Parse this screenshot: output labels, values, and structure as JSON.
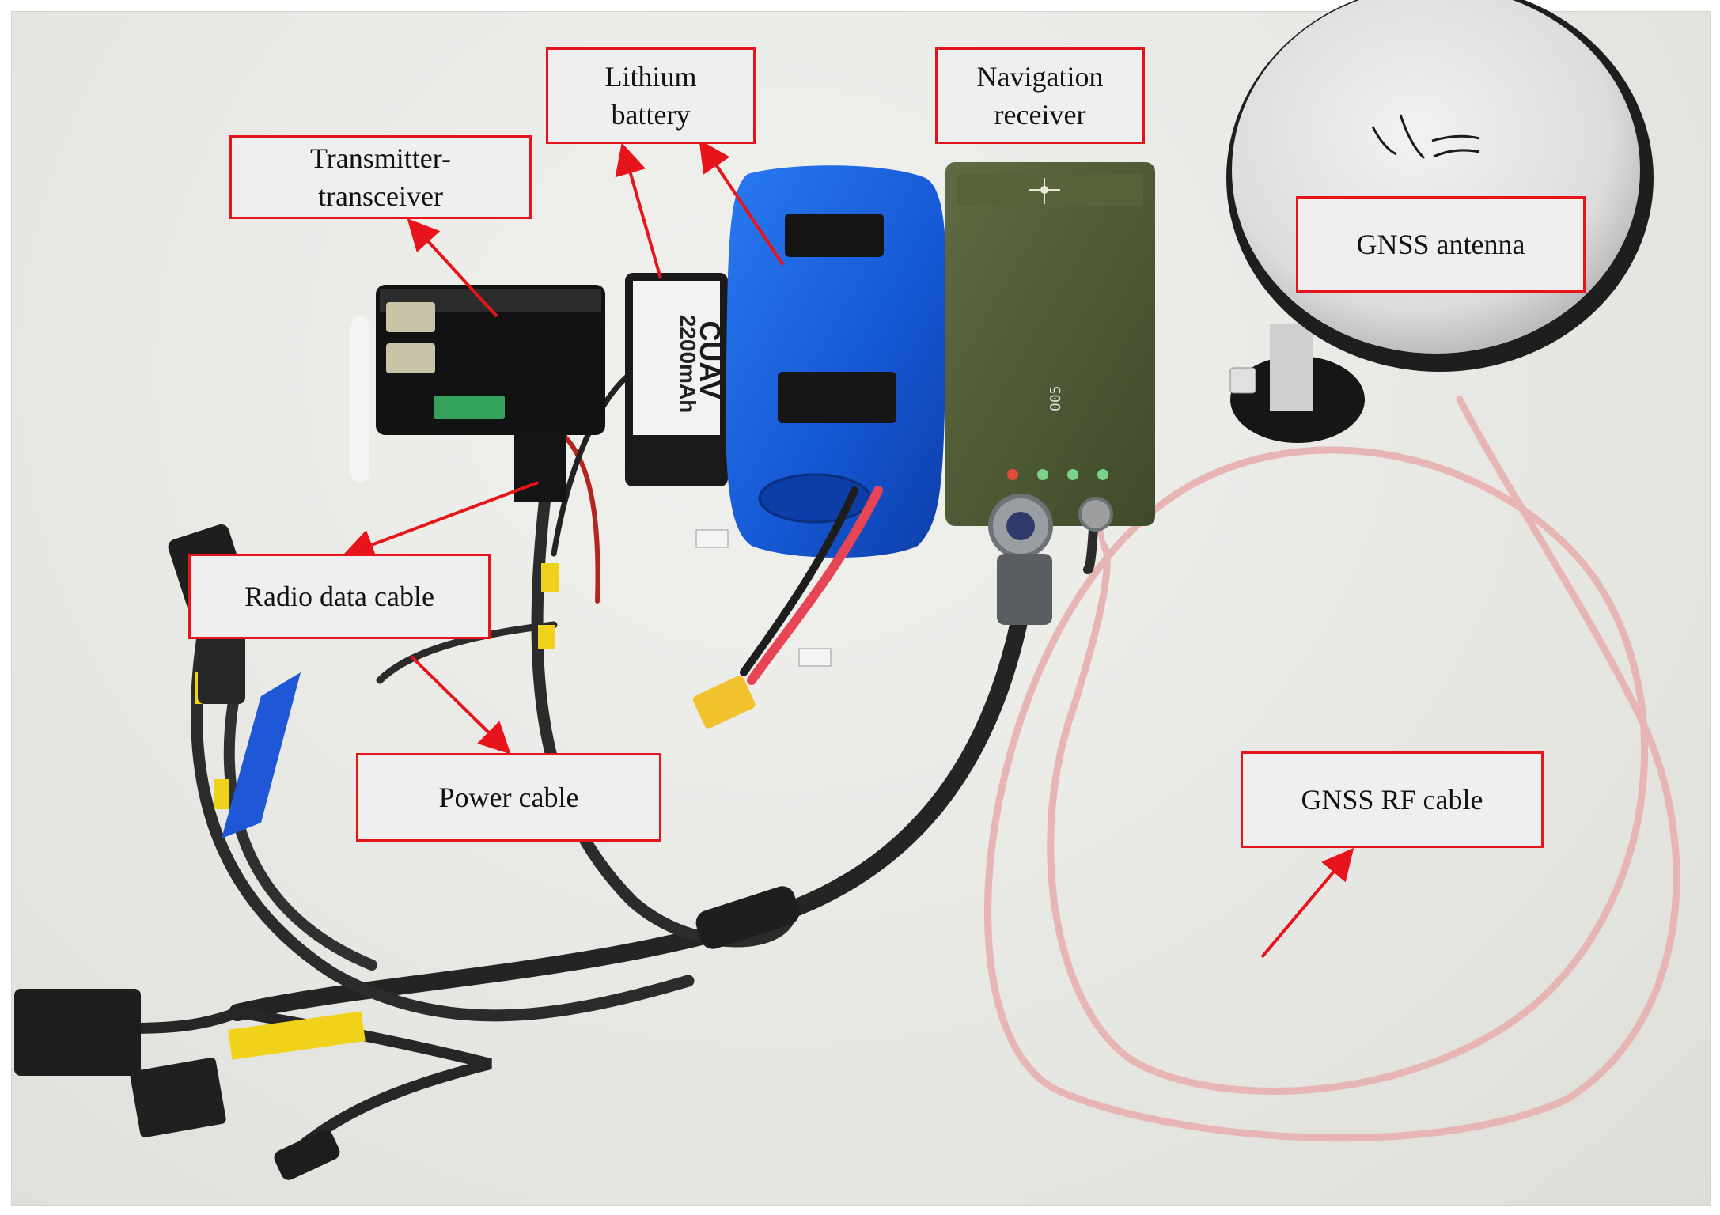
{
  "colors": {
    "annotation_red": "#e8141b",
    "label_fill": "#efefef",
    "receiver_green": "#4f5a36",
    "battery_blue": "#1659d6",
    "rf_cable_pink": "#e7b6b4",
    "black_cable": "#2a2a2a"
  },
  "labels": {
    "transmitter": "Transmitter-\ntransceiver",
    "lithium": "Lithium\nbattery",
    "navigation": "Navigation\nreceiver",
    "antenna": "GNSS antenna",
    "radio_cable": "Radio data cable",
    "power_cable": "Power cable",
    "rf_cable": "GNSS RF cable"
  },
  "device_text": {
    "battery_capacity": "2200mAh",
    "battery_brand": "CUAV",
    "receiver_id": "005"
  }
}
